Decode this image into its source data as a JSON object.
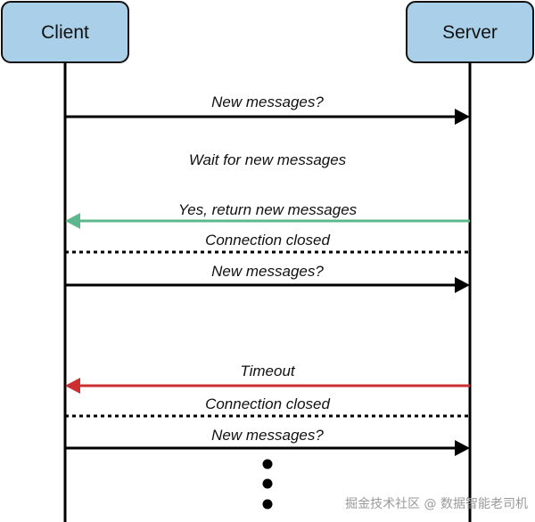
{
  "actors": {
    "client": "Client",
    "server": "Server"
  },
  "messages": {
    "new_messages_1": "New messages?",
    "wait": "Wait for new messages",
    "yes_return": "Yes, return new messages",
    "connection_closed_1": "Connection closed",
    "new_messages_2": "New messages?",
    "timeout": "Timeout",
    "connection_closed_2": "Connection closed",
    "new_messages_3": "New messages?"
  },
  "watermark": "掘金技术社区 @ 数据智能老司机",
  "colors": {
    "actor_fill": "#a9cfe9",
    "line": "#000000",
    "response_arrow": "#5cb88c",
    "timeout_arrow": "#cc2f2f"
  }
}
